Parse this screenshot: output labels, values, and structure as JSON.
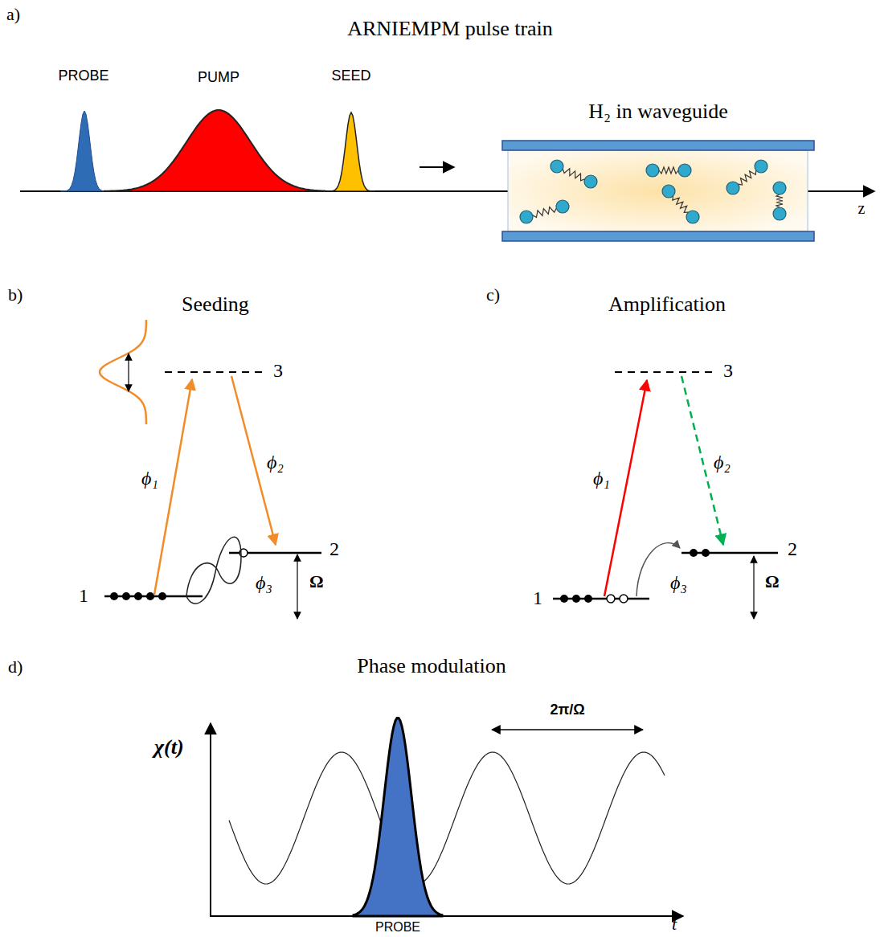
{
  "diagram": {
    "nodes": [
      {
        "text": [
          "H₂ in waveguide"
        ]
      }
    ],
    "labels": [
      "a)",
      "ARNIEMPM pulse train",
      "PROBE",
      "PUMP",
      "SEED",
      "z",
      "b)",
      "Seeding",
      "3",
      "ϕ₁",
      "ϕ₂",
      "2",
      "1",
      "ϕ₃",
      "Ω",
      "c)",
      "Amplification",
      "3",
      "ϕ₁",
      "ϕ₂",
      "2",
      "1",
      "ϕ₃",
      "Ω",
      "d)",
      "Phase modulation",
      "χ(t)",
      "2π/Ω",
      "PROBE",
      "t"
    ]
  }
}
